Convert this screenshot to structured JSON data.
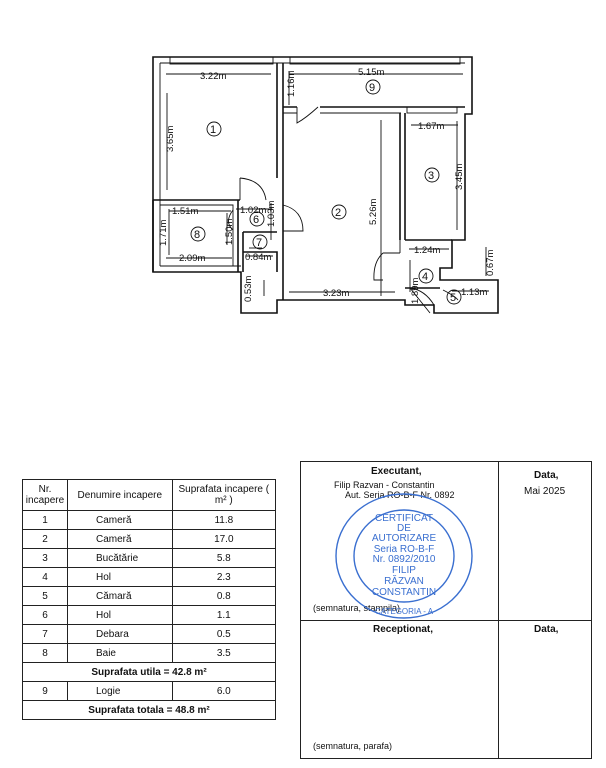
{
  "plan": {
    "dims": {
      "d322": "3.22m",
      "d515": "5.15m",
      "d116": "1.16m",
      "d365": "3.65m",
      "d167": "1.67m",
      "d345": "3.45m",
      "d151": "1.51m",
      "d102": "1.02m",
      "d103": "1.03m",
      "d526": "5.26m",
      "d171": "1.71m",
      "d150": "1.50m",
      "d124": "1.24m",
      "d067": "0.67m",
      "d209": "2.09m",
      "d084": "0.84m",
      "d189": "1.89m",
      "d053": "0.53m",
      "d323": "3.23m",
      "d113": "1.13m"
    },
    "rooms": {
      "r1": "1",
      "r2": "2",
      "r3": "3",
      "r4": "4",
      "r5": "5",
      "r6": "6",
      "r7": "7",
      "r8": "8",
      "r9": "9"
    }
  },
  "table": {
    "headers": {
      "nr": "Nr. incapere",
      "name": "Denumire incapere",
      "area": "Suprafata incapere ( m² )"
    },
    "rows": [
      {
        "nr": "1",
        "name": "Cameră",
        "area": "11.8"
      },
      {
        "nr": "2",
        "name": "Cameră",
        "area": "17.0"
      },
      {
        "nr": "3",
        "name": "Bucătărie",
        "area": "5.8"
      },
      {
        "nr": "4",
        "name": "Hol",
        "area": "2.3"
      },
      {
        "nr": "5",
        "name": "Cămară",
        "area": "0.8"
      },
      {
        "nr": "6",
        "name": "Hol",
        "area": "1.1"
      },
      {
        "nr": "7",
        "name": "Debara",
        "area": "0.5"
      },
      {
        "nr": "8",
        "name": "Baie",
        "area": "3.5"
      }
    ],
    "util_total": "Suprafata utila = 42.8 m²",
    "logia": {
      "nr": "9",
      "name": "Logie",
      "area": "6.0"
    },
    "grand_total": "Suprafata totala = 48.8 m²"
  },
  "sign": {
    "executant": "Executant,",
    "exec_name": "Filip  Razvan - Constantin",
    "exec_aut": "Aut. Seria RO-B-F Nr. 0892",
    "data_label1": "Data,",
    "date": "Mai 2025",
    "note1": "(semnatura, stampila)",
    "receptionat": "Receptionat,",
    "data_label2": "Data,",
    "note2": "(semnatura, parafa)"
  },
  "stamp": {
    "line1": "CERTIFICAT",
    "line2": "DE",
    "line3": "AUTORIZARE",
    "line4": "Seria RO-B-F",
    "line5": "Nr. 0892/2010",
    "line6": "FILIP",
    "line7": "RĂZVAN",
    "line8": "CONSTANTIN",
    "ring": "CATEGORIA - A"
  },
  "colors": {
    "stamp": "#3a6fd0",
    "ink": "#111111"
  }
}
